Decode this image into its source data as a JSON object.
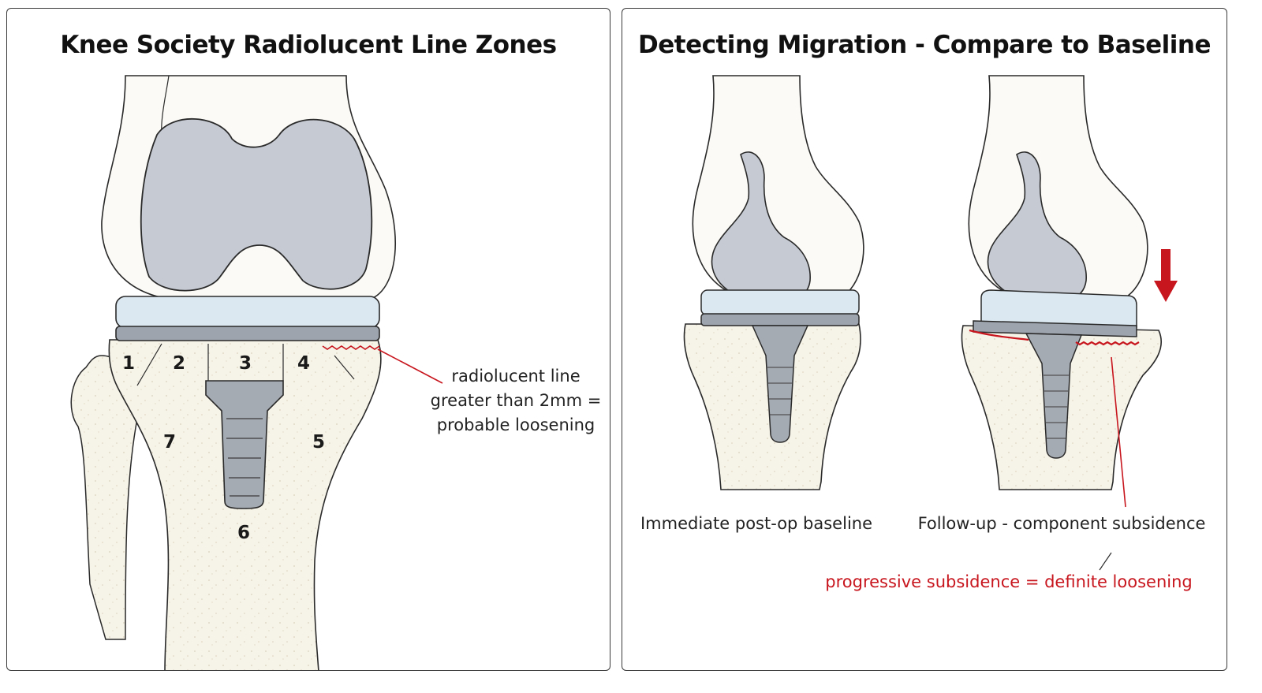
{
  "left_panel": {
    "title": "Knee Society Radiolucent Line Zones",
    "zones": [
      "1",
      "2",
      "3",
      "4",
      "5",
      "6",
      "7"
    ],
    "annotation_lines": [
      "radiolucent line",
      "greater than 2mm =",
      "probable loosening"
    ]
  },
  "right_panel": {
    "title": "Detecting Migration - Compare to Baseline",
    "baseline_caption": "Immediate post-op baseline",
    "followup_caption": "Follow-up - component subsidence",
    "conclusion": "progressive subsidence = definite loosening"
  },
  "colors": {
    "implant_metal": "#c5cad3",
    "polyethylene_insert": "#dbe8f2",
    "bone": "#f6f3e8",
    "highlight_red": "#c8161e",
    "outline": "#2a2a2a"
  }
}
